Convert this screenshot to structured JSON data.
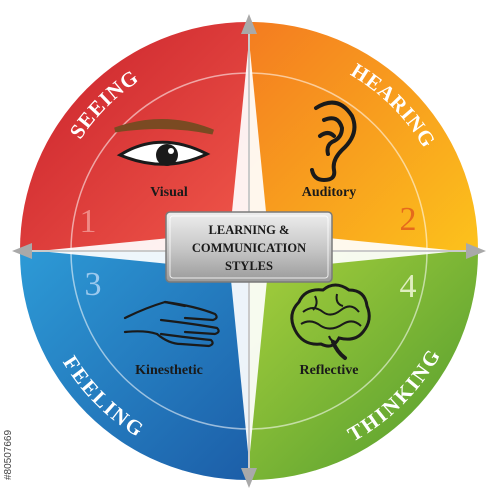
{
  "center": {
    "line1": "LEARNING &",
    "line2": "COMMUNICATION",
    "line3": "STYLES"
  },
  "quadrants": [
    {
      "key": "seeing",
      "arc": "SEEING",
      "label": "Visual",
      "number": "1",
      "color": "#e03a34"
    },
    {
      "key": "hearing",
      "arc": "HEARING",
      "label": "Auditory",
      "number": "2",
      "color": "#f7a11d"
    },
    {
      "key": "feeling",
      "arc": "FEELING",
      "label": "Kinesthetic",
      "number": "3",
      "color": "#1f7ec8"
    },
    {
      "key": "thinking",
      "arc": "THINKING",
      "label": "Reflective",
      "number": "4",
      "color": "#7dbd3c"
    }
  ],
  "side_id": "#80507669"
}
